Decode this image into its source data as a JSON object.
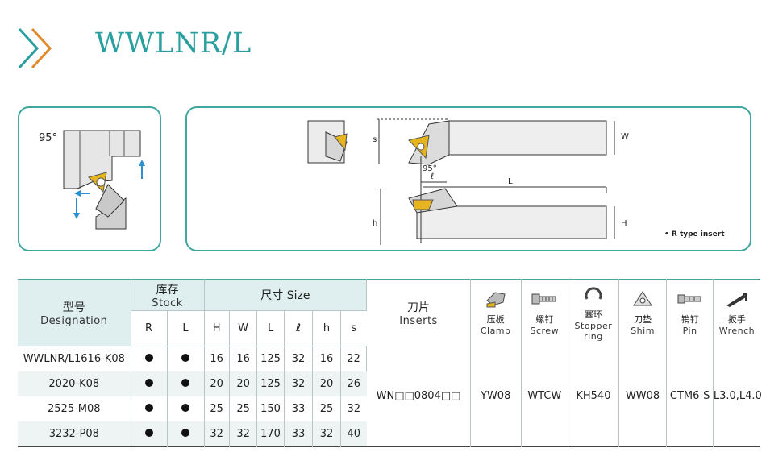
{
  "title": "WWLNR/L",
  "angle_label": "95°",
  "drawing_labels": {
    "s": "s",
    "w": "W",
    "angle": "95°",
    "ell": "ℓ",
    "l": "L",
    "h": "h",
    "H": "H"
  },
  "note": "• R type insert",
  "colors": {
    "accent": "#3fa7a0",
    "title": "#2a9fa0",
    "header_bg": "#dfeeee"
  },
  "table": {
    "designation": {
      "cn": "型号",
      "en": "Designation"
    },
    "stock": {
      "cn": "库存",
      "en": "Stock",
      "cols": [
        "R",
        "L"
      ]
    },
    "size": {
      "label": "尺寸 Size",
      "cols": [
        "H",
        "W",
        "L",
        "ℓ",
        "h",
        "s"
      ]
    },
    "inserts": {
      "cn": "刀片",
      "en": "Inserts"
    },
    "accessories": [
      {
        "cn": "压板",
        "en": "Clamp",
        "icon": "clamp-icon"
      },
      {
        "cn": "螺钉",
        "en": "Screw",
        "icon": "screw-icon"
      },
      {
        "cn": "塞环",
        "en": "Stopper ring",
        "icon": "stopper-ring-icon"
      },
      {
        "cn": "刀垫",
        "en": "Shim",
        "icon": "shim-icon"
      },
      {
        "cn": "销钉",
        "en": "Pin",
        "icon": "pin-icon"
      },
      {
        "cn": "扳手",
        "en": "Wrench",
        "icon": "wrench-icon"
      }
    ],
    "rows": [
      {
        "designation": "WWLNR/L1616-K08",
        "H": "16",
        "W": "16",
        "L": "125",
        "ell": "32",
        "h": "16",
        "s": "22"
      },
      {
        "designation": "2020-K08",
        "H": "20",
        "W": "20",
        "L": "125",
        "ell": "32",
        "h": "20",
        "s": "26"
      },
      {
        "designation": "2525-M08",
        "H": "25",
        "W": "25",
        "L": "150",
        "ell": "33",
        "h": "25",
        "s": "32"
      },
      {
        "designation": "3232-P08",
        "H": "32",
        "W": "32",
        "L": "170",
        "ell": "33",
        "h": "32",
        "s": "40"
      }
    ],
    "shared": {
      "insert": "WN□□0804□□",
      "clamp": "YW08",
      "screw": "WTCW",
      "stopper": "KH540",
      "shim": "WW08",
      "pin": "CTM6-S",
      "wrench": "L3.0,L4.0"
    }
  }
}
